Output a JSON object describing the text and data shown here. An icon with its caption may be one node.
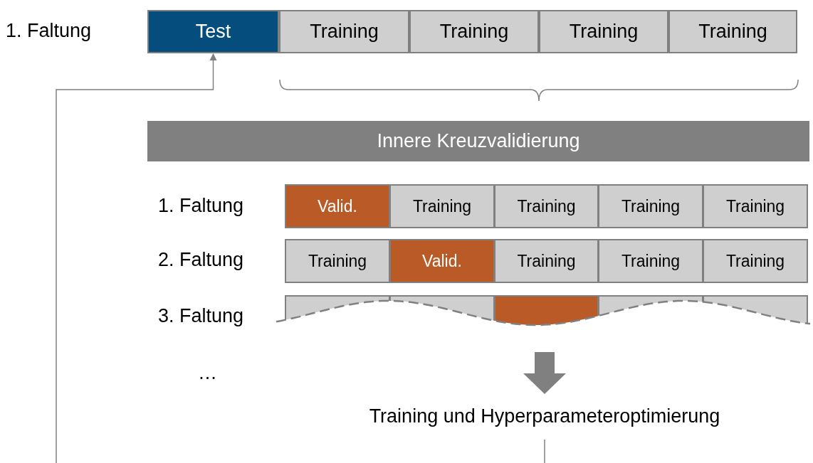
{
  "diagram": {
    "nodes": [
      {
        "text": [
          "Test"
        ]
      },
      {
        "text": [
          "Training"
        ]
      },
      {
        "text": [
          "Training"
        ]
      },
      {
        "text": [
          "Training"
        ]
      },
      {
        "text": [
          "Training"
        ]
      },
      {
        "text": [
          "Innere Kreuzvalidierung"
        ]
      },
      {
        "text": [
          "Valid."
        ]
      },
      {
        "text": [
          "Training"
        ]
      },
      {
        "text": [
          "Training"
        ]
      },
      {
        "text": [
          "Training"
        ]
      },
      {
        "text": [
          "Training"
        ]
      },
      {
        "text": [
          "Training"
        ]
      },
      {
        "text": [
          "Valid."
        ]
      },
      {
        "text": [
          "Training"
        ]
      },
      {
        "text": [
          "Training"
        ]
      },
      {
        "text": [
          "Training"
        ]
      },
      {
        "text": [],
        "shape": "box"
      },
      {
        "text": [],
        "shape": "box"
      },
      {
        "text": [],
        "shape": "box"
      },
      {
        "text": [],
        "shape": "box"
      },
      {
        "text": [],
        "shape": "box"
      },
      {
        "text": [
          "Training und Hyperparameteroptimierung"
        ]
      }
    ],
    "edges": [
      {
        "from": null,
        "to": 0,
        "arrow": "to"
      },
      {
        "from": null,
        "to": 21,
        "arrow": "to",
        "style": "thick"
      },
      {
        "from": 21,
        "to": null,
        "arrow": "none"
      }
    ],
    "labels": [
      "1. Faltung",
      "1. Faltung",
      "2. Faltung",
      "3. Faltung",
      "…"
    ]
  }
}
